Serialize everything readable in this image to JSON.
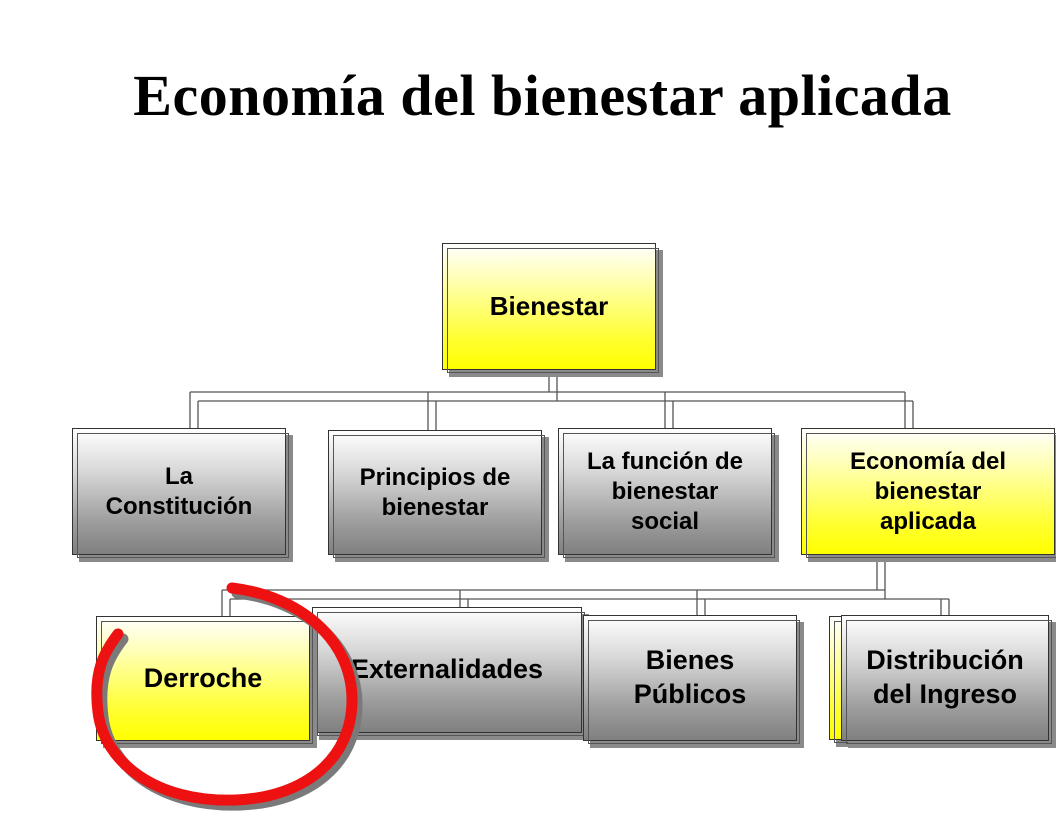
{
  "title": "Economía del bienestar aplicada",
  "root": {
    "label": "Bienestar"
  },
  "level1": [
    {
      "label": "La\nConstitución"
    },
    {
      "label": "Principios de\nbienestar"
    },
    {
      "label": "La función de\nbienestar\nsocial"
    },
    {
      "label": "Economía del\nbienestar\naplicada"
    }
  ],
  "level2": [
    {
      "label": "Derroche"
    },
    {
      "label": "Externalidades"
    },
    {
      "label": "Bienes\nPúblicos"
    },
    {
      "label": ""
    },
    {
      "label": "Distribución\ndel Ingreso"
    }
  ],
  "colors": {
    "highlight": "#ffff00",
    "neutral": "#9c9c9c",
    "annotation_circle": "#ee1111"
  }
}
